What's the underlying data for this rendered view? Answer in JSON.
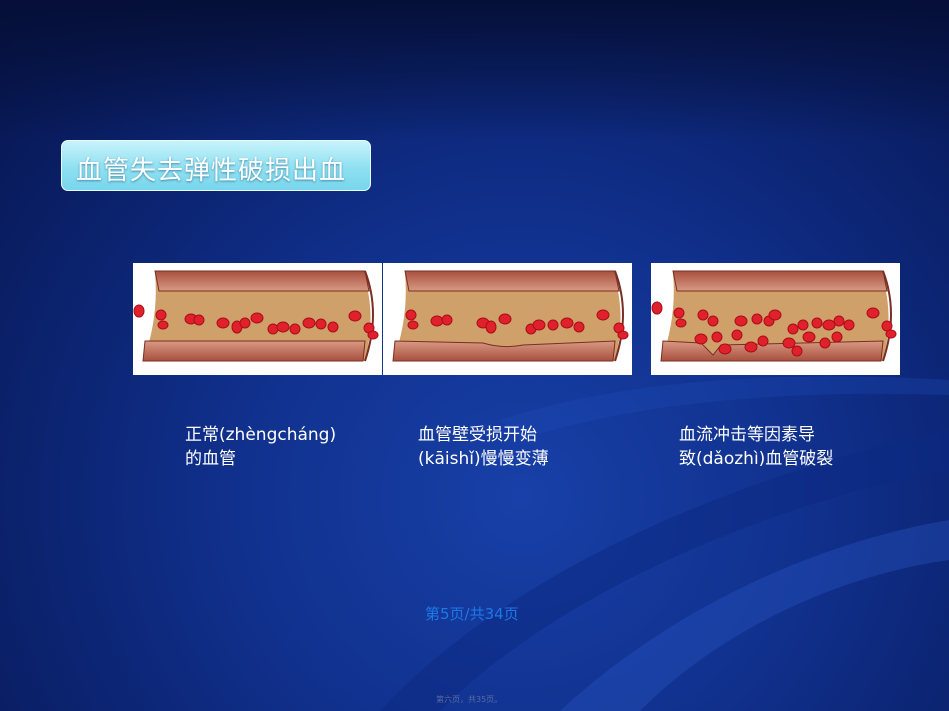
{
  "slide": {
    "title": "血管失去弹性破损出血",
    "captions": {
      "normal_line1": "正常(zhèngcháng)",
      "normal_line2": "的血管",
      "thinning_line1": "血管壁受损开始",
      "thinning_line2": "(kāishǐ)慢慢变薄",
      "rupture_line1": "血流冲击等因素导",
      "rupture_line2": "致(dǎozhì)血管破裂"
    },
    "page_number": "第5页/共34页",
    "footer_note": "第六页，共35页。"
  },
  "colors": {
    "title_box": "#8fe0f1",
    "vessel_wall": "#c9826e",
    "vessel_lumen": "#cfa06a",
    "blood_cell": "#e0202a",
    "page_number": "#1e78e6"
  }
}
